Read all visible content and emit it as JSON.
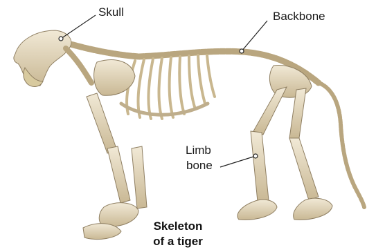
{
  "labels": {
    "skull": "Skull",
    "backbone": "Backbone",
    "limb_bone_line1": "Limb",
    "limb_bone_line2": "bone"
  },
  "caption": {
    "line1": "Skeleton",
    "line2": "of a tiger"
  },
  "colors": {
    "bone": "#e6dcc4",
    "bone_shade": "#bfae8c",
    "bone_outline": "#8f7f62",
    "leader_line": "#222222"
  }
}
